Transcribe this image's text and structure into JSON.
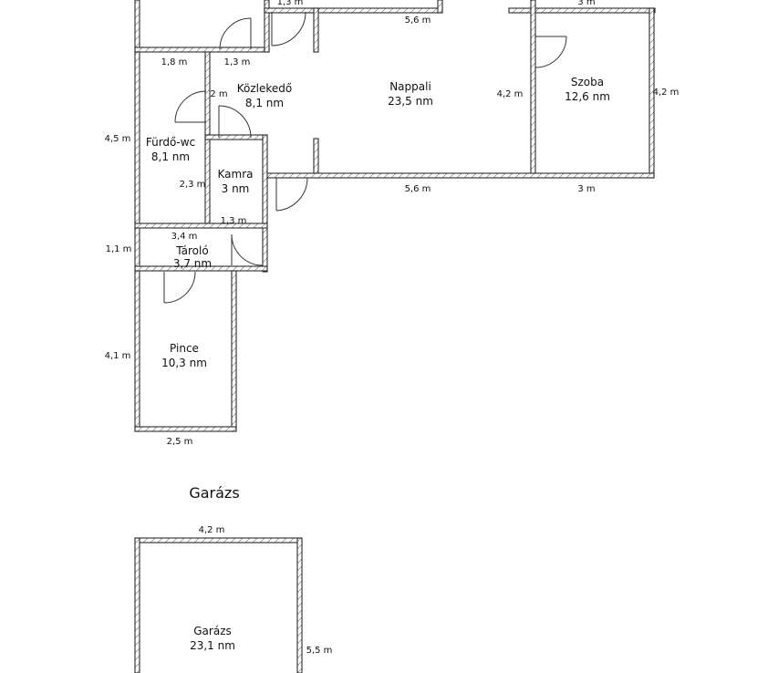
{
  "plan": {
    "rooms": [
      {
        "id": "top-left-room",
        "name": "",
        "area": ""
      },
      {
        "id": "kozlekedo",
        "name": "Közlekedő",
        "area": "8,1 nm"
      },
      {
        "id": "nappali",
        "name": "Nappali",
        "area": "23,5 nm"
      },
      {
        "id": "szoba",
        "name": "Szoba",
        "area": "12,6 nm"
      },
      {
        "id": "furdo-wc",
        "name": "Fürdő-wc",
        "area": "8,1 nm"
      },
      {
        "id": "kamra",
        "name": "Kamra",
        "area": "3 nm"
      },
      {
        "id": "tarolo",
        "name": "Tároló",
        "area": "3,7 nm"
      },
      {
        "id": "pince",
        "name": "Pince",
        "area": "10,3 nm"
      }
    ],
    "dimensions": {
      "top_small": "1,3 m",
      "nappali_top": "5,6 m",
      "szoba_top": "3 m",
      "top_left_bottom": "1,8 m",
      "kozlekedo_top": "1,3 m",
      "kozlekedo_side": "2 m",
      "nappali_side": "4,2 m",
      "szoba_side": "4,2 m",
      "furdo_side": "4,5 m",
      "furdo_inner": "2,3 m",
      "nappali_bottom": "5,6 m",
      "szoba_bottom": "3 m",
      "kamra_bottom": "1,3 m",
      "tarolo_top": "3,4 m",
      "tarolo_side": "1,1 m",
      "pince_side": "4,1 m",
      "pince_bottom": "2,5 m"
    }
  },
  "garage": {
    "section_title": "Garázs",
    "room_name": "Garázs",
    "room_area": "23,1 nm",
    "width_dim": "4,2 m",
    "height_dim": "5,5 m"
  }
}
